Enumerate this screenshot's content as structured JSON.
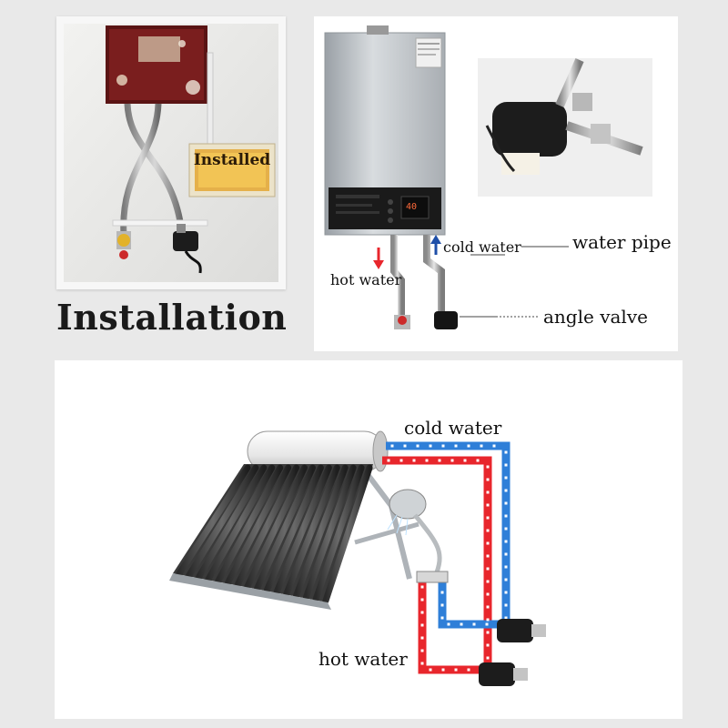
{
  "panel_photo": {
    "sign_text": "Installed"
  },
  "title": "Installation",
  "panel_heater": {
    "cold_water": "cold water",
    "hot_water": "hot water",
    "water_pipe": "water pipe",
    "angle_valve": "angle valve",
    "display_reading": "40"
  },
  "panel_solar": {
    "cold_water": "cold water",
    "hot_water": "hot water"
  },
  "colors": {
    "hot": "#e8262c",
    "cold": "#2f7fd8",
    "heater_body": "#b9bdc2",
    "sign_text": "#2a1a08"
  }
}
